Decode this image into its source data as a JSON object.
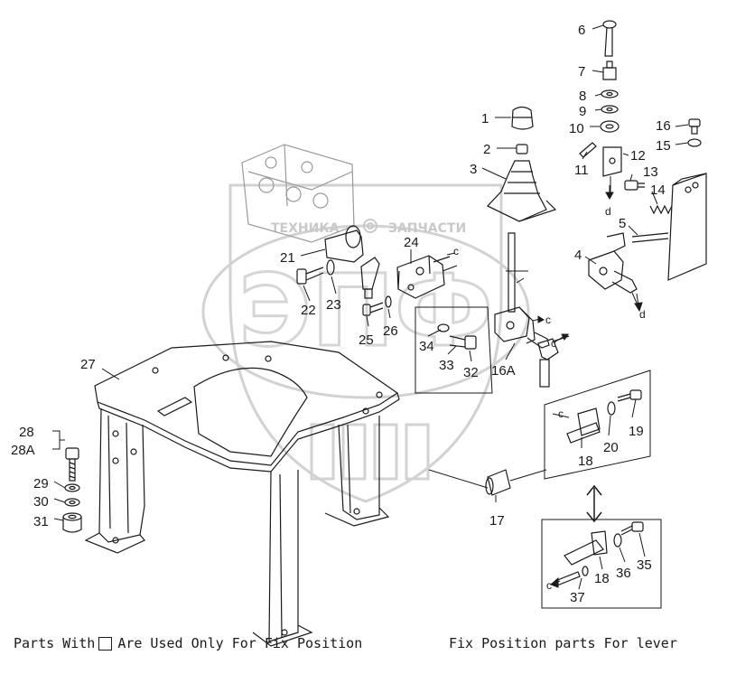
{
  "watermark": {
    "line1": "ТЕХНИКА",
    "line2": "ЗАПЧАСТИ",
    "logo_letters": "ЭПФ"
  },
  "callouts": {
    "p1": "1",
    "p2": "2",
    "p3": "3",
    "p4": "4",
    "p5": "5",
    "p6": "6",
    "p7": "7",
    "p8": "8",
    "p9": "9",
    "p10": "10",
    "p11": "11",
    "p12": "12",
    "p13": "13",
    "p14": "14",
    "p15": "15",
    "p16": "16",
    "p16a": "16A",
    "p17": "17",
    "p18a": "18",
    "p18b": "18",
    "p19": "19",
    "p20": "20",
    "p21": "21",
    "p22": "22",
    "p23": "23",
    "p24": "24",
    "p25": "25",
    "p26": "26",
    "p27": "27",
    "p28": "28",
    "p28a": "28A",
    "p29": "29",
    "p30": "30",
    "p31": "31",
    "p32": "32",
    "p33": "33",
    "p34": "34",
    "p35": "35",
    "p36": "36",
    "p37": "37"
  },
  "ref_letters": {
    "c1": "c",
    "c2": "c",
    "c3": "c",
    "c4": "c",
    "c5": "c",
    "d1": "d",
    "d2": "d"
  },
  "caption": {
    "left_before_box": "Parts With",
    "left_after_box": "Are Used Only For Fix Position",
    "right": "Fix Position parts For lever"
  }
}
